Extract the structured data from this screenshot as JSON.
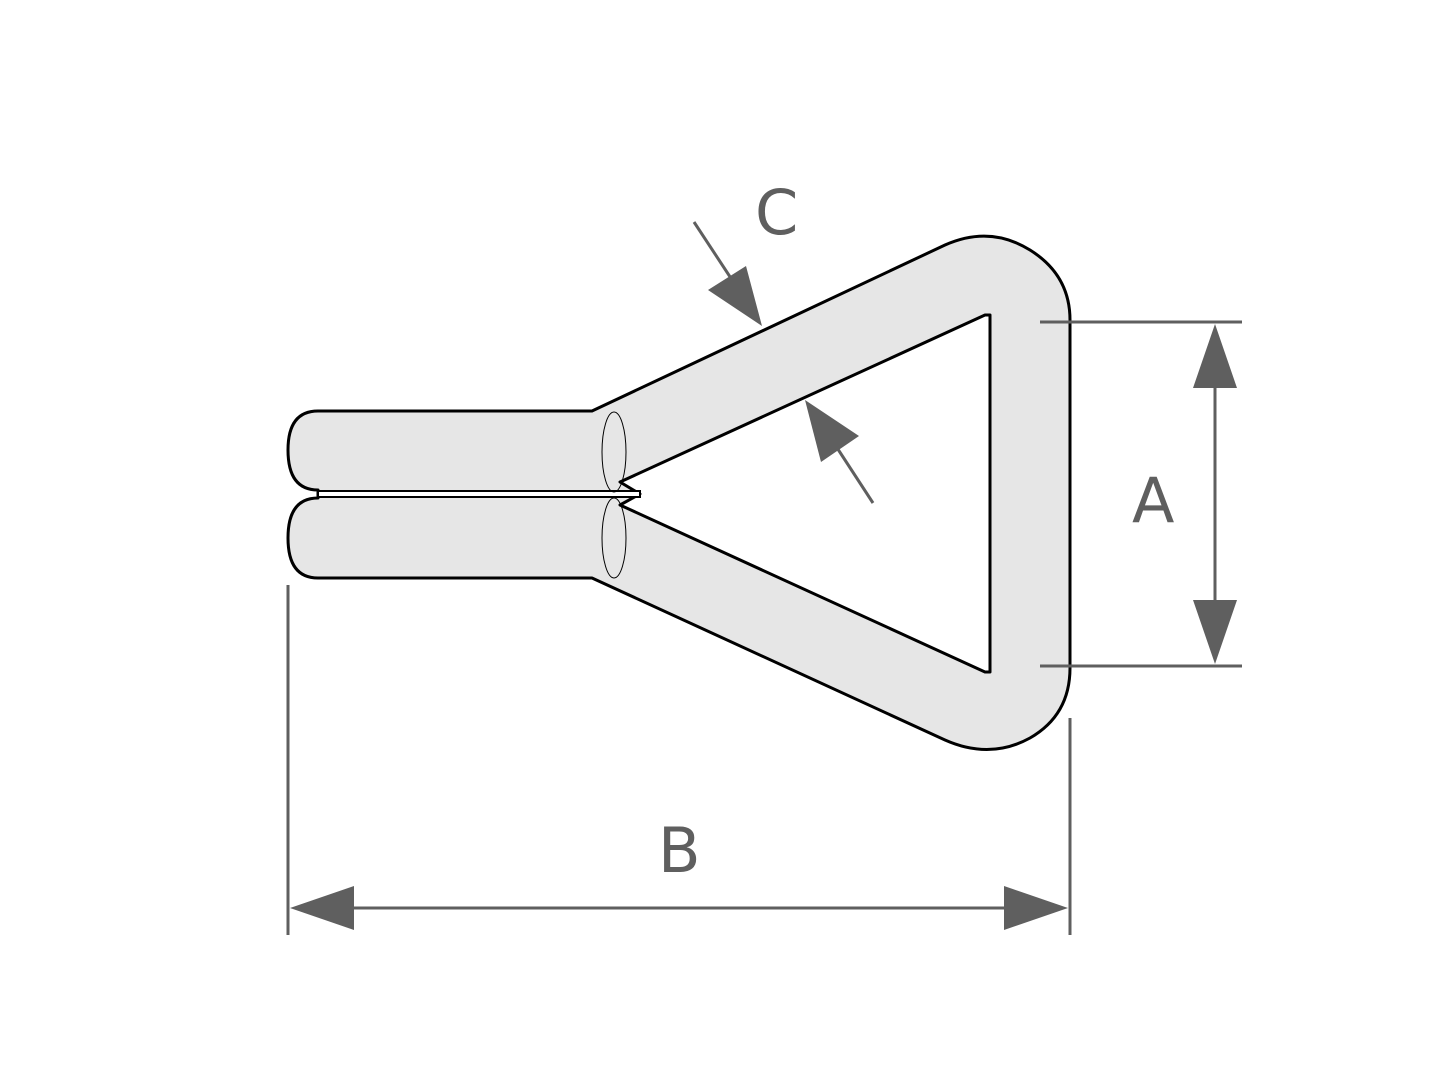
{
  "labels": {
    "a": "A",
    "b": "B",
    "c": "C"
  },
  "colors": {
    "part_fill": "#e6e6e6",
    "outline": "#000000",
    "dimension": "#5f5f5f"
  }
}
